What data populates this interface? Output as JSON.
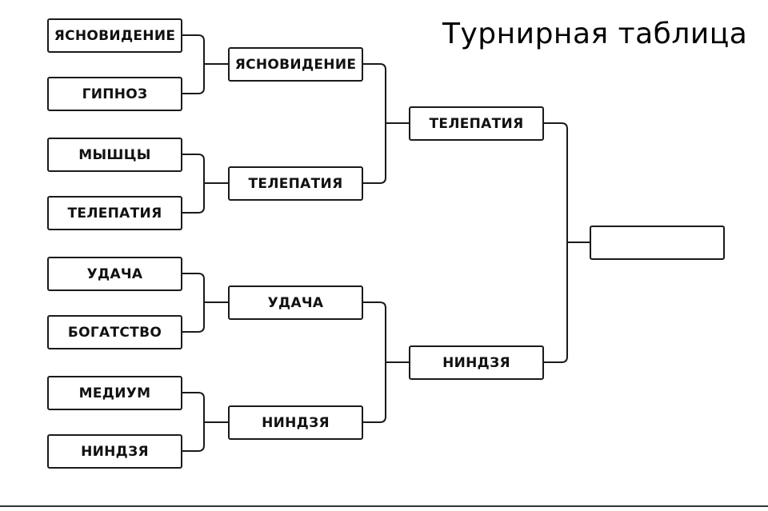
{
  "title": "Турнирная таблица",
  "round1": [
    "ЯСНОВИДЕНИЕ",
    "ГИПНОЗ",
    "МЫШЦЫ",
    "ТЕЛЕПАТИЯ",
    "УДАЧА",
    "БОГАТСТВО",
    "МЕДИУМ",
    "НИНДЗЯ"
  ],
  "round2": [
    "ЯСНОВИДЕНИЕ",
    "ТЕЛЕПАТИЯ",
    "УДАЧА",
    "НИНДЗЯ"
  ],
  "round3": [
    "ТЕЛЕПАТИЯ",
    "НИНДЗЯ"
  ],
  "final": ""
}
